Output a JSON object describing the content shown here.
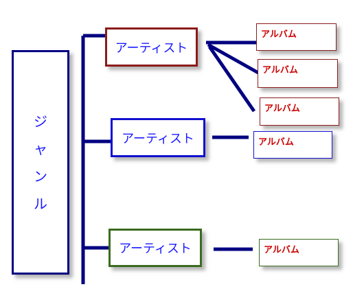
{
  "genre": {
    "label": "ジャンル",
    "chars": [
      "ジ",
      "ャ",
      "ン",
      "ル"
    ],
    "border_color": "#000080",
    "text_color": "#1a1aff"
  },
  "connector_color": "#000080",
  "artists": [
    {
      "label": "アーティスト",
      "border_color": "#8b1a1a",
      "text_color": "#1a1aff",
      "albums": [
        "アルバム",
        "アルバム",
        "アルバム"
      ]
    },
    {
      "label": "アーティスト",
      "border_color": "#1010d0",
      "text_color": "#1a1aff",
      "albums": [
        "アルバム"
      ]
    },
    {
      "label": "アーティスト",
      "border_color": "#3a6b1e",
      "text_color": "#1a1aff",
      "albums": [
        "アルバム"
      ]
    }
  ],
  "album_border_colors": [
    "#8b1a1a",
    "#8b1a1a",
    "#8b1a1a",
    "#1010d0",
    "#3a6b1e"
  ],
  "album_text_color": "#cc0000"
}
